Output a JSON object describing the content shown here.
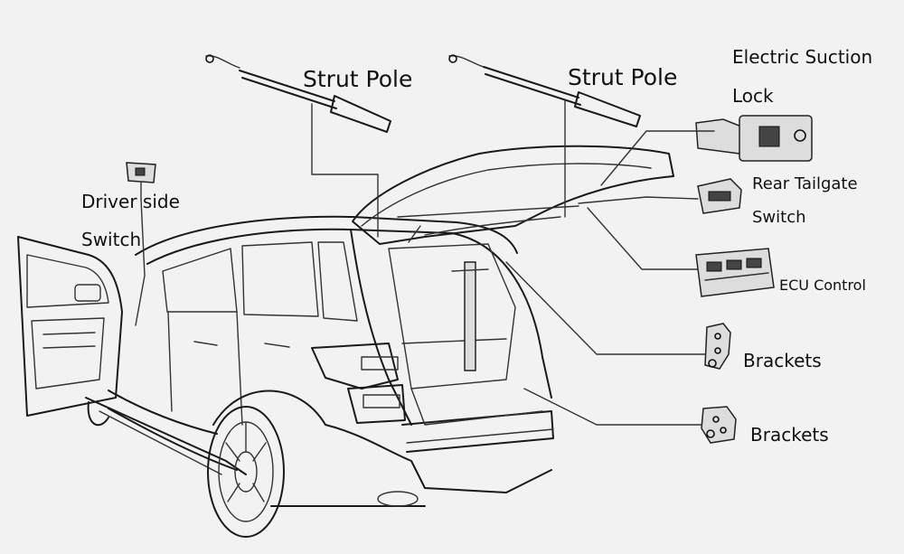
{
  "labels": {
    "strut_pole_left": "Strut Pole",
    "strut_pole_right": "Strut Pole",
    "suction_lock_line1": "Electric Suction",
    "suction_lock_line2": "Lock",
    "driver_switch_line1": "Driver side",
    "driver_switch_line2": "Switch",
    "tailgate_switch_line1": "Rear Tailgate",
    "tailgate_switch_line2": "Switch",
    "ecu_control": "ECU Control",
    "brackets_upper": "Brackets",
    "brackets_lower": "Brackets"
  }
}
